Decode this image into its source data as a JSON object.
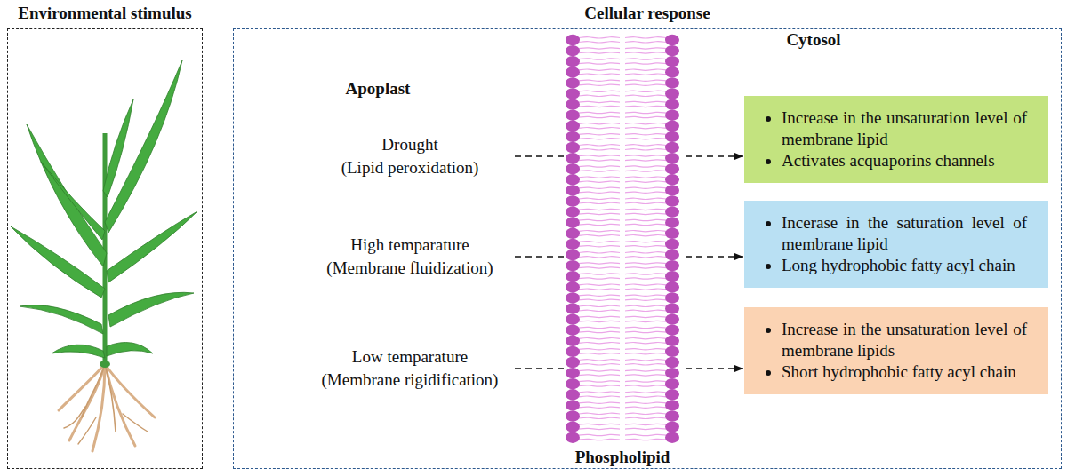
{
  "diagram": {
    "nodes": [
      {
        "text": [
          "Environmental stimulus"
        ]
      },
      {
        "text": [
          "Cellular response"
        ]
      },
      {
        "text": [
          "Drought",
          "(Lipid peroxidation)"
        ],
        "in": 1
      },
      {
        "text": [
          "High temparature",
          "(Membrane fluidization)"
        ],
        "in": 1
      },
      {
        "text": [
          "Low temparature",
          "(Membrane rigidification)"
        ],
        "in": 1
      },
      {
        "text": [
          "Increase in the unsaturation level of membrane lipid",
          "Activates acquaporins channels"
        ],
        "in": 1
      },
      {
        "text": [
          "Incerase in the saturation level of membrane lipid",
          "Long hydrophobic fatty acyl chain"
        ],
        "in": 1
      },
      {
        "text": [
          "Increase in the unsaturation level of membrane lipids",
          "Short hydrophobic fatty acyl chain"
        ],
        "in": 1
      }
    ],
    "edges": [
      {
        "from": 2,
        "to": 5,
        "arrow": "to"
      },
      {
        "from": 3,
        "to": 6,
        "arrow": "to"
      },
      {
        "from": 4,
        "to": 7,
        "arrow": "to"
      }
    ],
    "labels": [
      "Apoplast",
      "Cytosol",
      "Phospholipid"
    ]
  }
}
